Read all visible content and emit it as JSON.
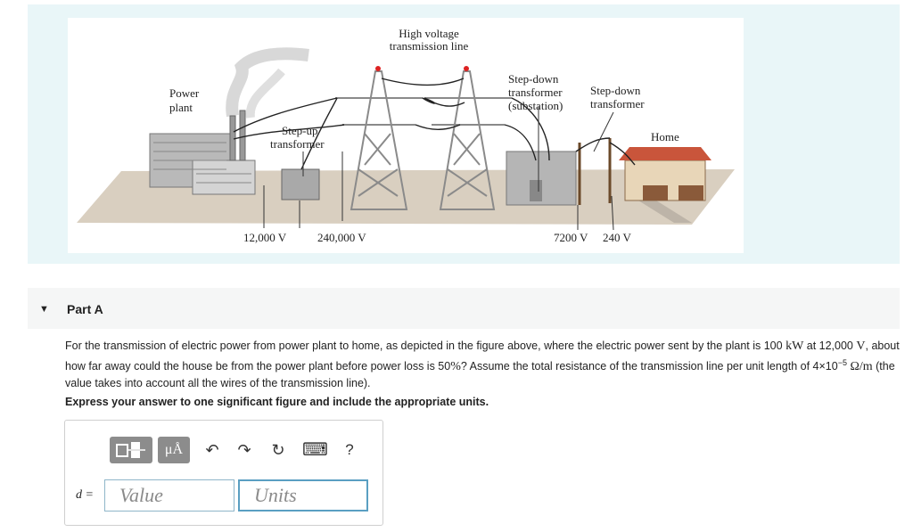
{
  "figure": {
    "labels": {
      "high_voltage": [
        "High voltage",
        "transmission line"
      ],
      "power_plant": [
        "Power",
        "plant"
      ],
      "step_up": [
        "Step-up",
        "transformer"
      ],
      "step_down_sub": [
        "Step-down",
        "transformer",
        "(substation)"
      ],
      "step_down": [
        "Step-down",
        "transformer"
      ],
      "home": "Home",
      "v_12000": "12,000 V",
      "v_240000": "240,000 V",
      "v_7200": "7200 V",
      "v_240": "240 V"
    }
  },
  "part": {
    "toggle_icon": "▼",
    "title": "Part A"
  },
  "question": {
    "t1": "For the transmission of electric power from power plant to home, as depicted in the figure above, where the electric power sent by the plant is 100 ",
    "m1": "kW",
    "t2": " at 12,000",
    "m2": "V",
    "t3": ", about how far away could the house be from the power plant before power loss is 50",
    "m3": "%",
    "t4": "? Assume the total resistance of the transmission line per unit length of 4×10",
    "sup": "−5",
    "m4": "Ω/m",
    "t5": " (the value takes into account all the wires of the transmission line)."
  },
  "instruction": "Express your answer to one significant figure and include the appropriate units.",
  "toolbar": {
    "units_label": "μÅ",
    "undo": "↶",
    "redo": "↷",
    "reset": "↻",
    "keyboard": "⌨",
    "help": "?"
  },
  "answer": {
    "variable": "d =",
    "value_placeholder": "Value",
    "units_placeholder": "Units"
  }
}
